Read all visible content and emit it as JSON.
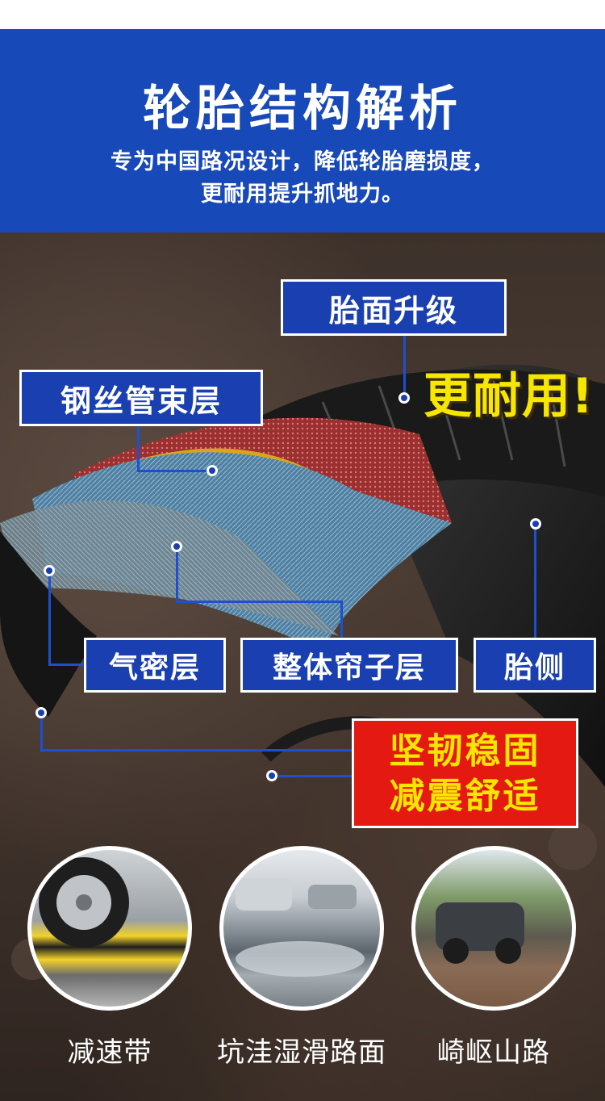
{
  "header": {
    "title": "轮胎结构解析",
    "subtitle_line1": "专为中国路况设计，降低轮胎磨损度，",
    "subtitle_line2": "更耐用提升抓地力。",
    "background": "#1849b8"
  },
  "labels": {
    "tread": "胎面升级",
    "steel_belt": "钢丝管束层",
    "inner_liner": "气密层",
    "carcass_ply": "整体帘子层",
    "sidewall": "胎侧"
  },
  "slogan": "更耐用!",
  "feature_box": {
    "line1": "坚韧稳固",
    "line2": "减震舒适"
  },
  "scenes": [
    {
      "icon": "speed-bump-photo",
      "caption": "减速带"
    },
    {
      "icon": "pothole-road-photo",
      "caption": "坑洼湿滑路面"
    },
    {
      "icon": "mountain-road-photo",
      "caption": "崎岖山路"
    }
  ],
  "colors": {
    "label_blue": "#1a3fb0",
    "slogan_yellow": "#f6e600",
    "feature_red": "#e41a12"
  }
}
